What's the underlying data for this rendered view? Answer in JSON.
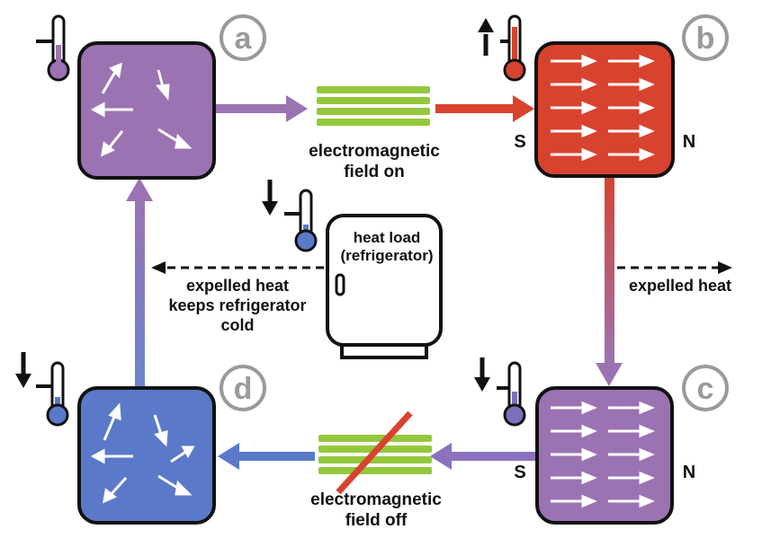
{
  "states": {
    "a": "a",
    "b": "b",
    "c": "c",
    "d": "d"
  },
  "field_on": {
    "line1": "electromagnetic",
    "line2": "field on"
  },
  "field_off": {
    "line1": "electromagnetic",
    "line2": "field off"
  },
  "magnet_b": {
    "south": "S",
    "north": "N"
  },
  "magnet_c": {
    "south": "S",
    "north": "N"
  },
  "heat_load": {
    "line1": "heat load",
    "line2": "(refrigerator)"
  },
  "expelled_left": {
    "line1": "expelled heat",
    "line2": "keeps refrigerator",
    "line3": "cold"
  },
  "expelled_right": {
    "line1": "expelled heat"
  },
  "colors": {
    "purple": "#9b73b3",
    "red": "#d8432f",
    "blue": "#5a79c8",
    "green": "#94c83c",
    "gray": "#9a9a9a"
  },
  "icons": {
    "thermometer_a": "thermometer-neutral-icon",
    "thermometer_b": "thermometer-up-icon",
    "thermometer_c": "thermometer-down-icon",
    "thermometer_d": "thermometer-down-icon",
    "thermometer_fridge": "thermometer-down-icon",
    "refrigerator": "refrigerator-icon",
    "field_coil": "coil-icon"
  }
}
